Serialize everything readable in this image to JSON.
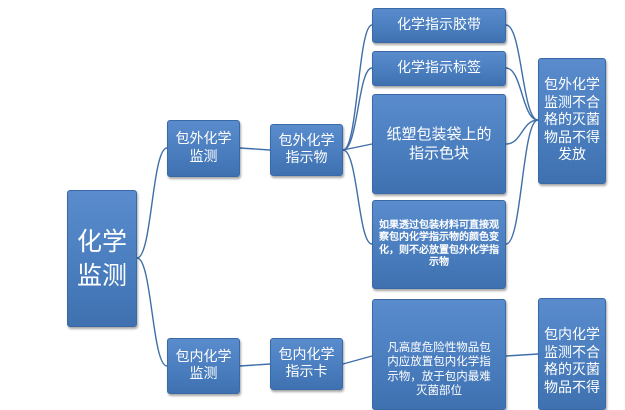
{
  "diagram": {
    "root": "化学监测",
    "outer_pack": "包外化学监测",
    "inner_pack": "包内化学监测",
    "outer_indicator": "包外化学指示物",
    "inner_indicator_card": "包内化学指示卡",
    "indicator_tape": "化学指示胶带",
    "indicator_label": "化学指示标签",
    "color_block": "纸塑包装袋上的指示色块",
    "transparent_note": "如果透过包装材料可直接观察包内化学指示物的颜色变化，则不必放置包外化学指示物",
    "high_risk_note": "凡高度危险性物品包内应放置包内化学指示物，放于包内最难灭菌部位",
    "outer_fail_result": "包外化学监测不合格的灭菌物品不得发放",
    "inner_fail_result": "包内化学监测不合格的灭菌物品不得"
  },
  "colors": {
    "node_fill": "#4a7ebf",
    "connector": "#3f6fa8"
  }
}
